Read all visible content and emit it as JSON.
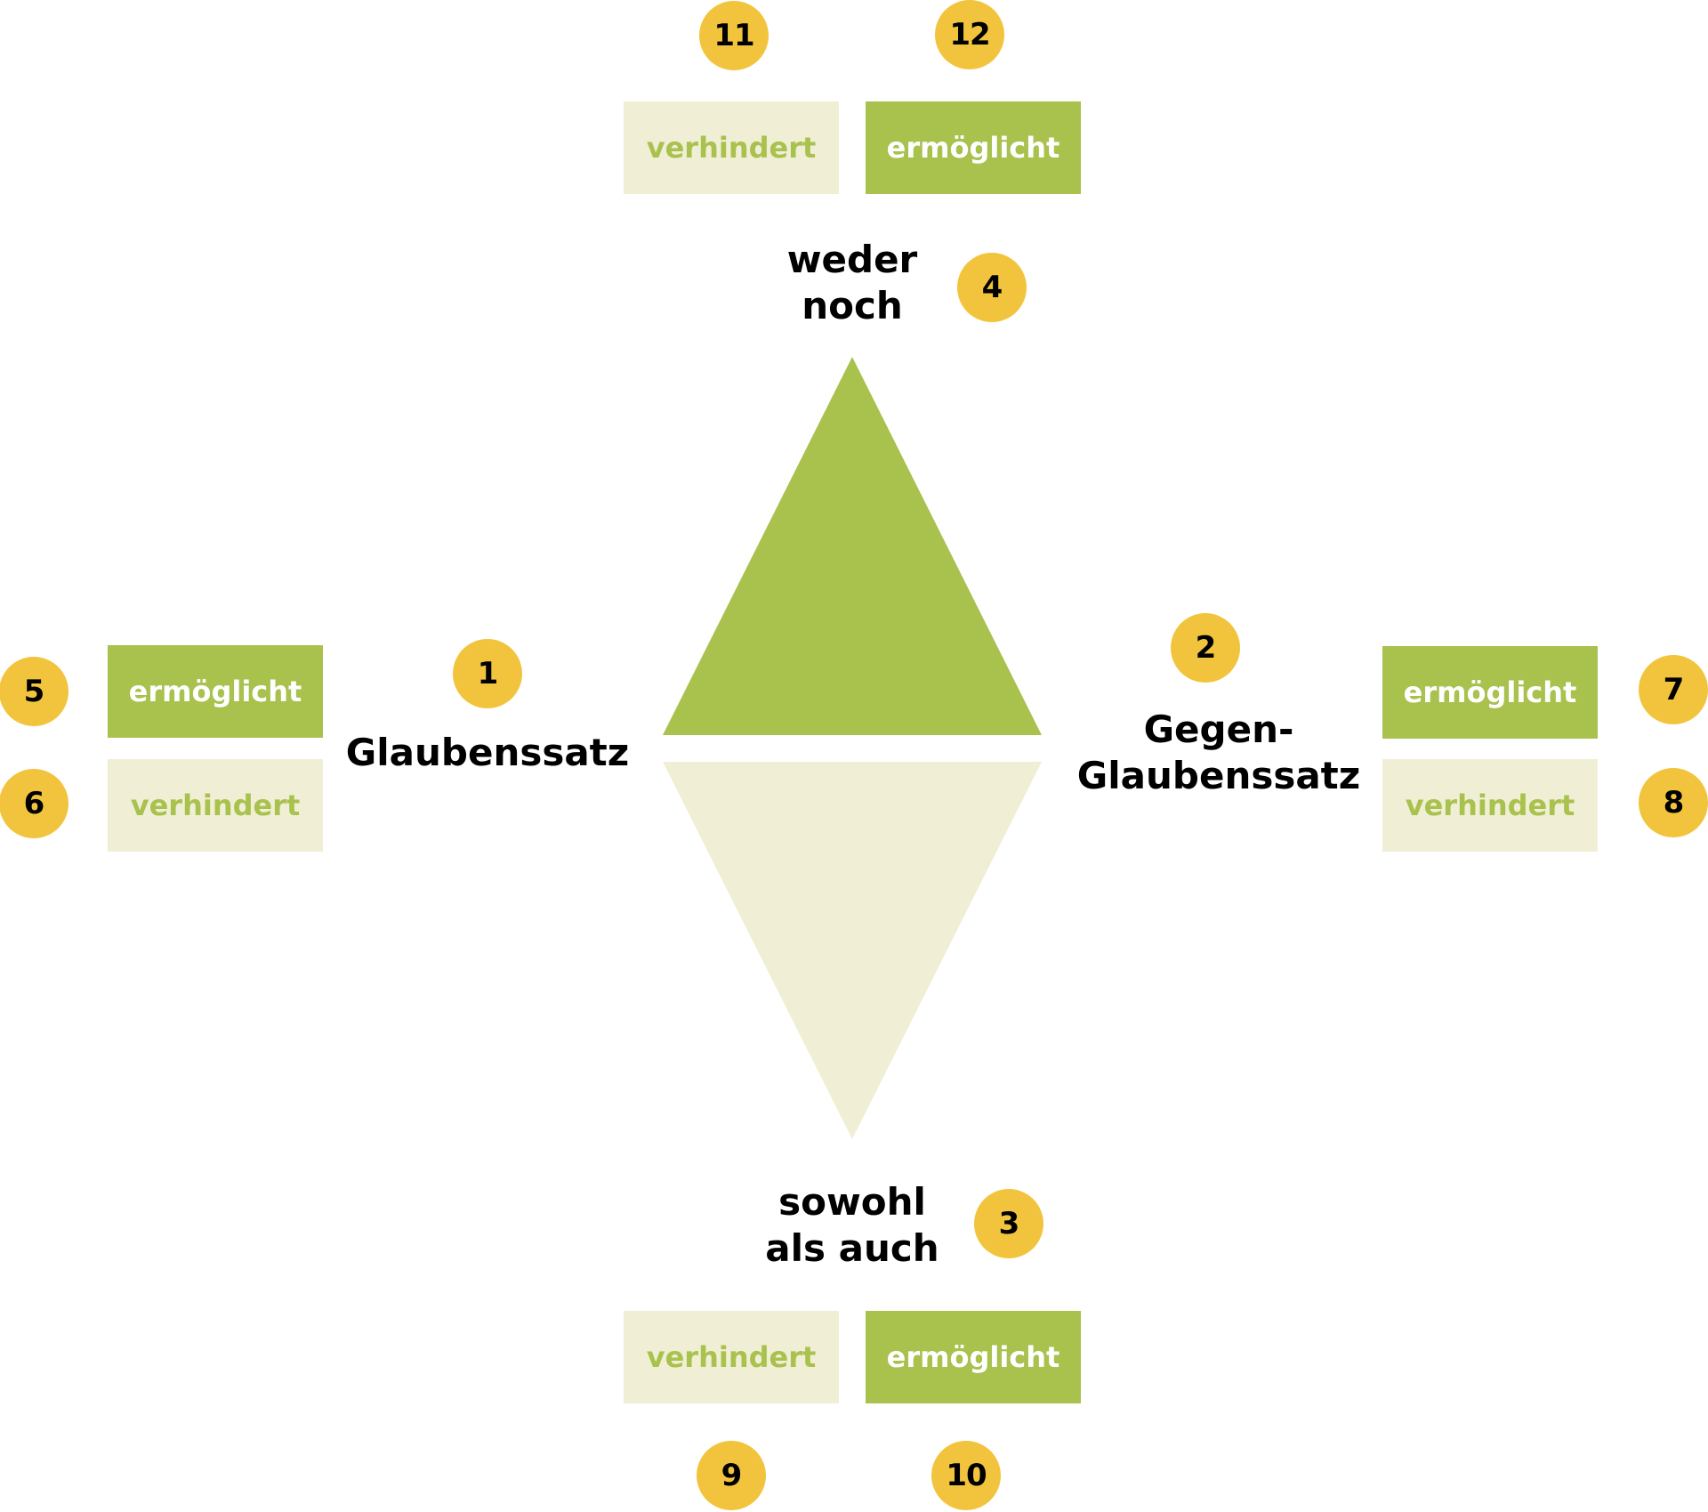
{
  "colors": {
    "green": "#a9c14d",
    "pale": "#f0efd6",
    "badge": "#f2c43d",
    "text_dark": "#000000",
    "text_on_green": "#ffffff",
    "text_on_pale": "#a9c14d"
  },
  "triangles": {
    "top": {
      "name": "upper-triangle",
      "fill": "green",
      "direction": "up"
    },
    "bottom": {
      "name": "lower-triangle",
      "fill": "pale",
      "direction": "down"
    }
  },
  "positions": {
    "top": {
      "lines": [
        "weder",
        "noch"
      ],
      "badge": "4"
    },
    "bottom": {
      "lines": [
        "sowohl",
        "als auch"
      ],
      "badge": "3"
    },
    "left": {
      "lines": [
        "Glaubenssatz"
      ],
      "badge": "1"
    },
    "right": {
      "lines": [
        "Gegen-",
        "Glaubenssatz"
      ],
      "badge": "2"
    }
  },
  "options": {
    "enables": "ermöglicht",
    "prevents": "verhindert"
  },
  "groups": {
    "top": [
      {
        "kind": "prevents",
        "label": "verhindert",
        "badge": "11"
      },
      {
        "kind": "enables",
        "label": "ermöglicht",
        "badge": "12"
      }
    ],
    "bottom": [
      {
        "kind": "prevents",
        "label": "verhindert",
        "badge": "9"
      },
      {
        "kind": "enables",
        "label": "ermöglicht",
        "badge": "10"
      }
    ],
    "left": [
      {
        "kind": "enables",
        "label": "ermöglicht",
        "badge": "5"
      },
      {
        "kind": "prevents",
        "label": "verhindert",
        "badge": "6"
      }
    ],
    "right": [
      {
        "kind": "enables",
        "label": "ermöglicht",
        "badge": "7"
      },
      {
        "kind": "prevents",
        "label": "verhindert",
        "badge": "8"
      }
    ]
  }
}
